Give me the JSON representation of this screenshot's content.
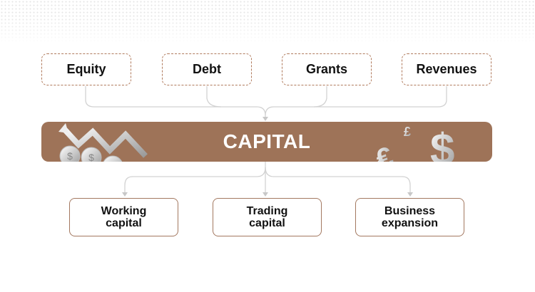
{
  "sources": [
    "Equity",
    "Debt",
    "Grants",
    "Revenues"
  ],
  "center": {
    "title": "CAPITAL"
  },
  "uses": [
    {
      "line1": "Working",
      "line2": "capital"
    },
    {
      "line1": "Trading",
      "line2": "capital"
    },
    {
      "line1": "Business",
      "line2": "expansion"
    }
  ],
  "colors": {
    "accent": "#9e7358",
    "border": "#b07a5c",
    "connector": "#d0d0d0"
  }
}
